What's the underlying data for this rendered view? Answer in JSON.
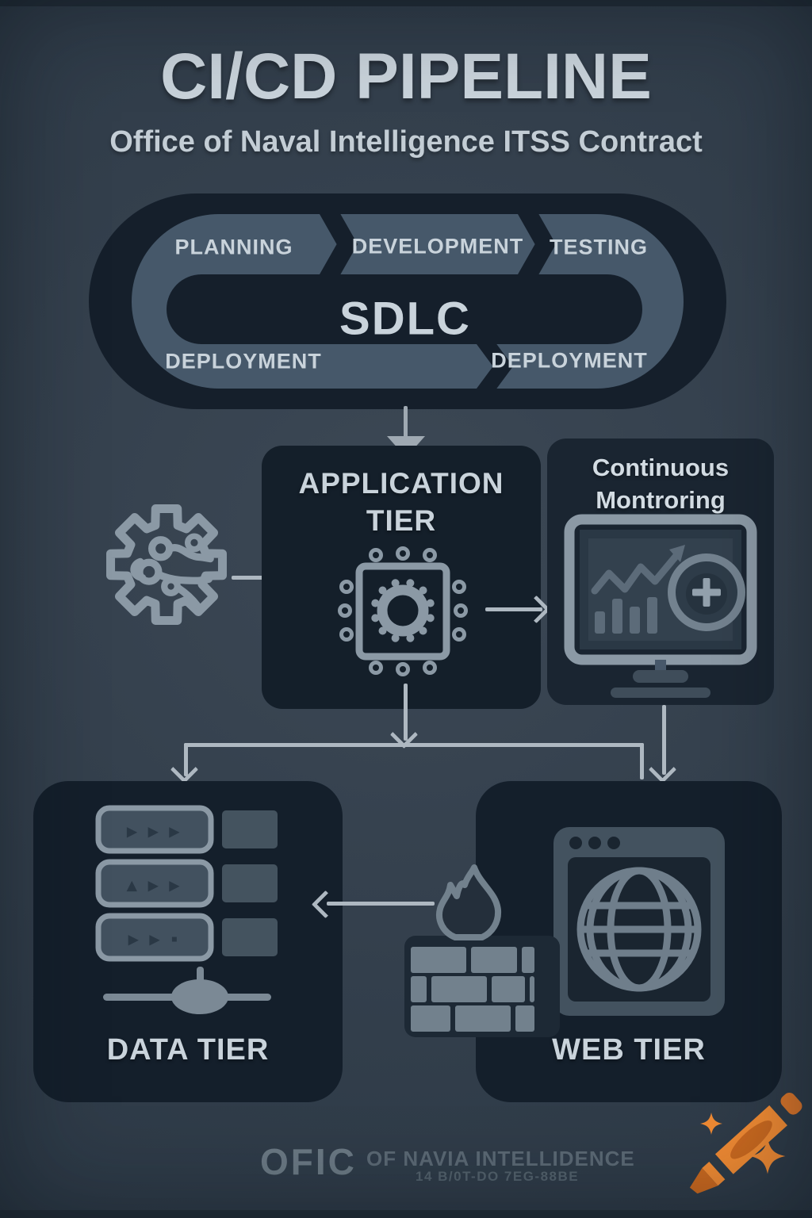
{
  "title": "CI/CD PIPELINE",
  "subtitle": "Office of Naval Intelligence ITSS Contract",
  "colors": {
    "bg": "#333F4C",
    "panel": "#151F2B",
    "band": "#46586A",
    "txt": "#C9D3DB",
    "arrow": "#AEB8C1",
    "icon": "#8B99A5",
    "icondim": "#5C6B79",
    "frame": "#47586A",
    "connector": "#7B8995",
    "brick": "#72818D",
    "globe": "#6F7E8B",
    "foot1": "#6B7984",
    "foot2": "#5B6974",
    "foot3": "#53616C",
    "orange": "#EF8A33",
    "odeep": "#C9681F",
    "ocap": "#D8742A",
    "ostripe": "#2E3B47"
  },
  "sdlc": {
    "center_label": "SDLC",
    "top_stages": [
      {
        "label": "PLANNING"
      },
      {
        "label": "DEVELOPMENT"
      },
      {
        "label": "TESTING"
      }
    ],
    "bottom_stages": [
      {
        "label": "DEPLOYMENT"
      },
      {
        "label": "DEPLOYMENT"
      }
    ]
  },
  "application_tier": {
    "label_line1": "APPLICATION",
    "label_line2": "TIER",
    "icon": "chip-icon"
  },
  "monitoring": {
    "label_line1": "Continuous",
    "label_line2": "Montroring",
    "icon": "monitor-analytics-icon"
  },
  "data_tier": {
    "label": "DATA TIER",
    "icon": "server-stack-icon",
    "rows": [
      {
        "glyphs": "▸ ▸ ▸"
      },
      {
        "glyphs": "▴ ▸ ▸"
      },
      {
        "glyphs": "▸ ▸ ▪"
      }
    ]
  },
  "web_tier": {
    "label": "WEB TIER",
    "icon": "browser-globe-icon"
  },
  "security": {
    "icon": "firewall-icon"
  },
  "automation": {
    "icon": "gear-circuit-icon"
  },
  "decoration": {
    "icon": "crayon-icon",
    "sparkles": "sparkle-icon"
  },
  "footer": {
    "brand": "OFIC",
    "line1": "OF NAVIA INTELLIDENCE",
    "line2": "14 B/0T-DO 7EG-88BE"
  }
}
